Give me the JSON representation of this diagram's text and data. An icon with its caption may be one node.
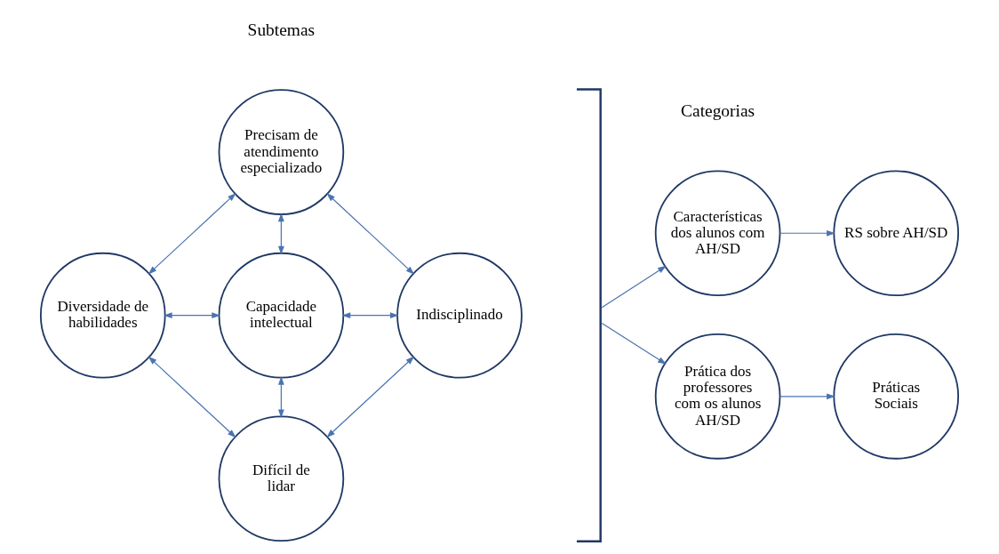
{
  "diagram": {
    "nodes": [
      {
        "text": [
          "Precisam de atendimento especializado"
        ]
      },
      {
        "text": [
          "Diversidade de habilidades"
        ]
      },
      {
        "text": [
          "Capacidade intelectual"
        ]
      },
      {
        "text": [
          "Indisciplinado"
        ]
      },
      {
        "text": [
          "Difícil de lidar"
        ]
      },
      {
        "text": [],
        "shape": "bracket"
      },
      {
        "text": [
          "Características dos alunos com AH/SD"
        ]
      },
      {
        "text": [
          "RS sobre AH/SD"
        ]
      },
      {
        "text": [
          "Prática dos professores com os alunos AH/SD"
        ]
      },
      {
        "text": [
          "Práticas Sociais"
        ]
      }
    ],
    "edges": [
      {
        "from": 0,
        "to": 1,
        "arrow": "both"
      },
      {
        "from": 0,
        "to": 3,
        "arrow": "both"
      },
      {
        "from": 0,
        "to": 2,
        "arrow": "both"
      },
      {
        "from": 1,
        "to": 2,
        "arrow": "both"
      },
      {
        "from": 2,
        "to": 3,
        "arrow": "both"
      },
      {
        "from": 2,
        "to": 4,
        "arrow": "both"
      },
      {
        "from": 1,
        "to": 4,
        "arrow": "both"
      },
      {
        "from": 4,
        "to": 3,
        "arrow": "both"
      },
      {
        "from": 5,
        "to": 6,
        "arrow": "to"
      },
      {
        "from": 5,
        "to": 8,
        "arrow": "to"
      },
      {
        "from": 6,
        "to": 7,
        "arrow": "to"
      },
      {
        "from": 8,
        "to": 9,
        "arrow": "to"
      }
    ],
    "labels": [
      "Subtemas",
      "Categorias"
    ]
  }
}
